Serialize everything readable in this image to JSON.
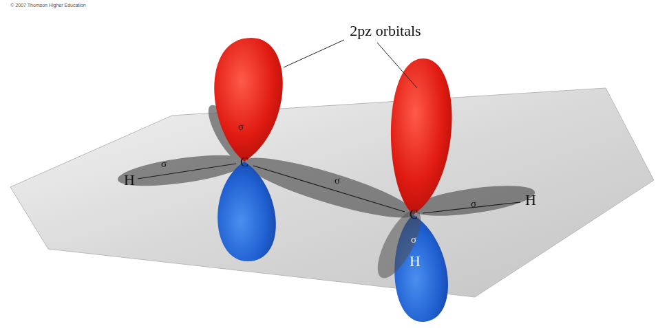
{
  "diagram": {
    "labels": [
      "© 2007 Thomson Higher Education",
      "2pz orbitals",
      "σ",
      "H",
      "σ",
      "C",
      "σ",
      "C",
      "σ",
      "H",
      "σ",
      "H"
    ]
  }
}
